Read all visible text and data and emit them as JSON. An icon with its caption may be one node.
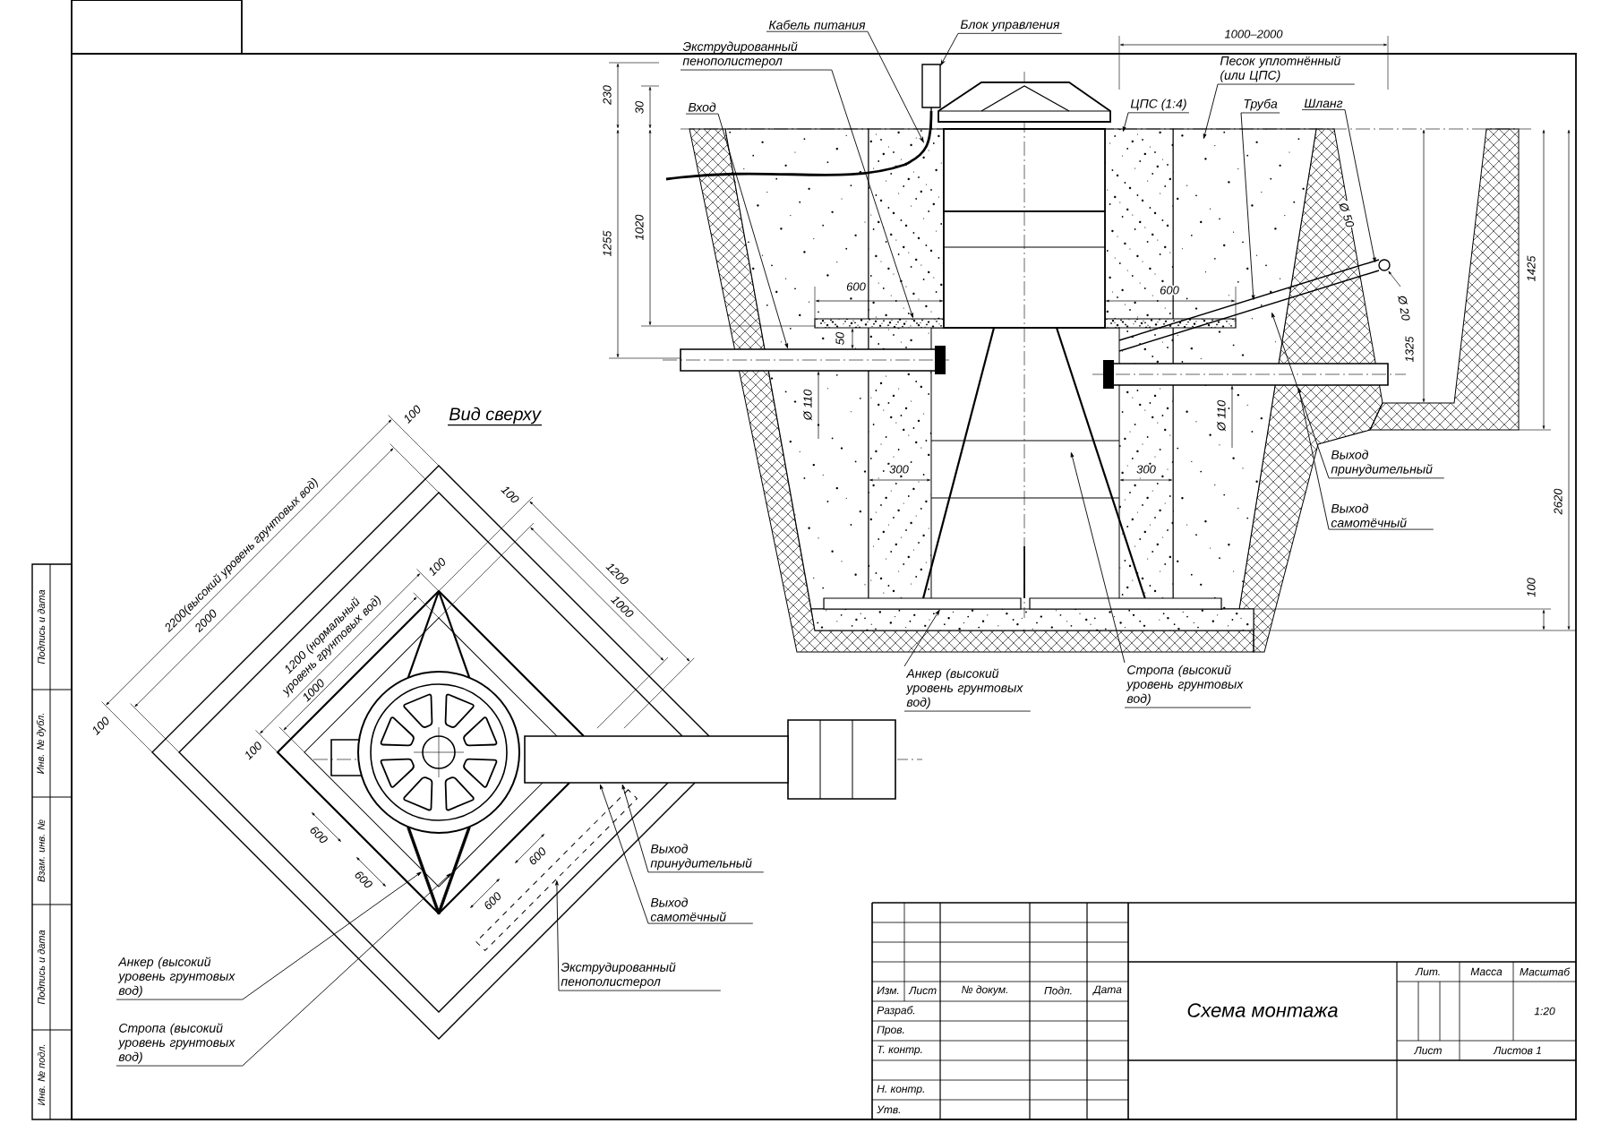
{
  "diagram": {
    "nodes": [
      {
        "text": [
          "Кабель питания"
        ]
      },
      {
        "text": [
          "Блок управления"
        ]
      },
      {
        "text": [
          "Экструдированный пенополистерол"
        ]
      },
      {
        "text": [
          "Вход"
        ]
      },
      {
        "text": [
          "Песок уплотнённый (или ЦПС)"
        ]
      },
      {
        "text": [
          "ЦПС (1:4)"
        ]
      },
      {
        "text": [
          "Труба"
        ]
      },
      {
        "text": [
          "Шланг"
        ]
      },
      {
        "text": [
          "Выход принудительный"
        ]
      },
      {
        "text": [
          "Выход самотёчный"
        ]
      },
      {
        "text": [
          "Анкер (высокий уровень грунтовых вод)"
        ]
      },
      {
        "text": [
          "Стропа (высокий уровень грунтовых вод)"
        ]
      },
      {
        "text": [
          "Выход принудительный"
        ]
      },
      {
        "text": [
          "Выход самотёчный"
        ]
      },
      {
        "text": [
          "Экструдированный пенополистерол"
        ]
      },
      {
        "text": [
          "Анкер (высокий уровень грунтовых вод)"
        ]
      },
      {
        "text": [
          "Стропа (высокий уровень грунтовых вод)"
        ]
      },
      {
        "text": [],
        "shape": "bar"
      },
      {
        "text": [],
        "shape": "bar"
      },
      {
        "text": [],
        "shape": "bar"
      },
      {
        "text": [],
        "shape": "bar"
      }
    ],
    "edges": [
      {
        "from": 0,
        "to": null,
        "arrow": "to"
      },
      {
        "from": 1,
        "to": null,
        "arrow": "to"
      },
      {
        "from": 2,
        "to": null,
        "arrow": "to"
      },
      {
        "from": 3,
        "to": null,
        "arrow": "to"
      },
      {
        "from": 4,
        "to": null,
        "arrow": "to"
      },
      {
        "from": 5,
        "to": null,
        "arrow": "to"
      },
      {
        "from": 6,
        "to": null,
        "arrow": "to"
      },
      {
        "from": 7,
        "to": null,
        "arrow": "to"
      },
      {
        "from": 8,
        "to": null,
        "arrow": "to"
      },
      {
        "from": 9,
        "to": null,
        "arrow": "to"
      },
      {
        "from": 10,
        "to": null,
        "arrow": "to"
      },
      {
        "from": 11,
        "to": null,
        "arrow": "to"
      },
      {
        "from": 12,
        "to": 17,
        "arrow": "to"
      },
      {
        "from": 13,
        "to": 17,
        "arrow": "to"
      },
      {
        "from": 14,
        "to": 20,
        "arrow": "to"
      },
      {
        "from": 15,
        "to": 18,
        "arrow": "to"
      },
      {
        "from": 16,
        "to": 19,
        "arrow": "to"
      }
    ],
    "labels": [
      "Вид сверху",
      "230",
      "30",
      "1255",
      "1020",
      "600",
      "50",
      "Ø 110",
      "300",
      "1000–2000",
      "600",
      "Ø 110",
      "300",
      "Ø 50",
      "Ø 20",
      "1325",
      "1425",
      "2620",
      "100",
      "2200(высокий уровень грунтовых вод)",
      "2000",
      "100",
      "100",
      "1200 (нормальный уровень грунтовых вод)",
      "1000",
      "100",
      "100",
      "600",
      "600",
      "600",
      "1200",
      "1000",
      "100",
      "600",
      "Изм.",
      "Лист",
      "№ докум.",
      "Подп.",
      "Дата",
      "Разраб.",
      "Пров.",
      "Т. контр.",
      "Н. контр.",
      "Утв.",
      "Схема монтажа",
      "Лит.",
      "Масса",
      "Масштаб",
      "1:20",
      "Лист",
      "Листов 1",
      "Подпись и дата",
      "Инв. № дубл.",
      "Взам. инв. №",
      "Подпись и дата",
      "Инв. № подл."
    ]
  }
}
